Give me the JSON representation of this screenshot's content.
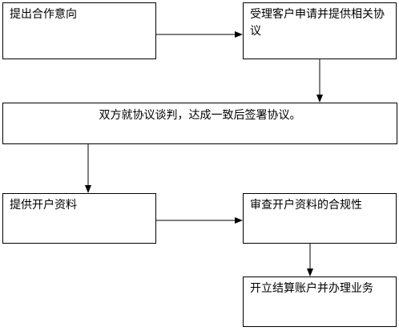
{
  "flow": {
    "step1": "提出合作意向",
    "step2": "受理客户申请并提供相关协议",
    "step3": "双方就协议谈判，达成一致后签署协议。",
    "step4": "提供开户资料",
    "step5": "审查开户资料的合规性",
    "step6": "开立结算账户并办理业务"
  }
}
